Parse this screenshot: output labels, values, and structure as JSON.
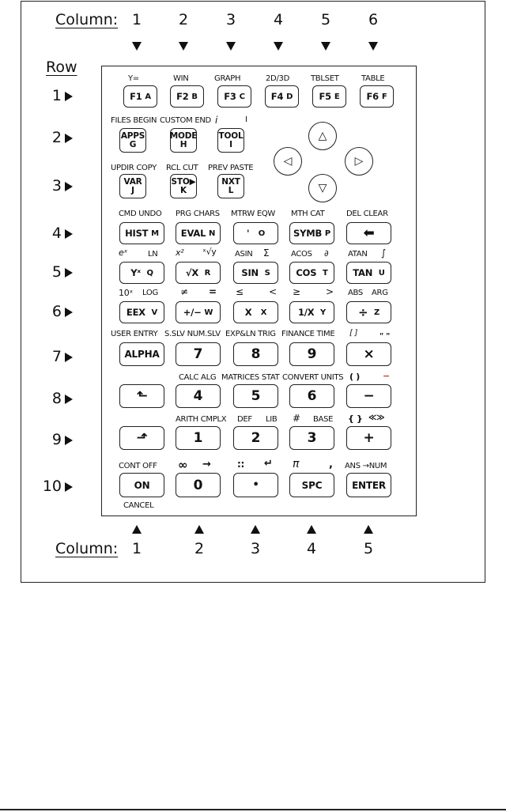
{
  "column_caption": "Column:",
  "row_caption": "Row",
  "top_columns": [
    "1",
    "2",
    "3",
    "4",
    "5",
    "6"
  ],
  "bottom_columns": [
    "1",
    "2",
    "3",
    "4",
    "5"
  ],
  "rows": [
    "1",
    "2",
    "3",
    "4",
    "5",
    "6",
    "7",
    "8",
    "9",
    "10"
  ],
  "row1": {
    "labels": [
      "Y=",
      "WIN",
      "GRAPH",
      "2D/3D",
      "TBLSET",
      "TABLE"
    ],
    "keys": [
      {
        "main": "F1",
        "alpha": "A"
      },
      {
        "main": "F2",
        "alpha": "B"
      },
      {
        "main": "F3",
        "alpha": "C"
      },
      {
        "main": "F4",
        "alpha": "D"
      },
      {
        "main": "F5",
        "alpha": "E"
      },
      {
        "main": "F6",
        "alpha": "F"
      }
    ]
  },
  "row2": {
    "labels": [
      "FILES BEGIN",
      "CUSTOM END",
      "i",
      "I"
    ],
    "keys": [
      {
        "main": "APPS",
        "alpha": "G"
      },
      {
        "main": "MODE",
        "alpha": "H"
      },
      {
        "main": "TOOL",
        "alpha": "I"
      }
    ]
  },
  "row3": {
    "labels": [
      "UPDIR COPY",
      "RCL CUT",
      "PREV PASTE"
    ],
    "keys": [
      {
        "main": "VAR",
        "alpha": "J"
      },
      {
        "main": "STO▶",
        "alpha": "K"
      },
      {
        "main": "NXT",
        "alpha": "L"
      }
    ]
  },
  "dpad": {
    "up": "△",
    "left": "◁",
    "right": "▷",
    "down": "▽"
  },
  "row4": {
    "labels": [
      "CMD UNDO",
      "PRG CHARS",
      "MTRW EQW",
      "MTH CAT",
      "DEL CLEAR"
    ],
    "keys": [
      {
        "main": "HIST",
        "alpha": "M"
      },
      {
        "main": "EVAL",
        "alpha": "N"
      },
      {
        "main": "'",
        "alpha": "O"
      },
      {
        "main": "SYMB",
        "alpha": "P"
      },
      {
        "main": "⬅",
        "alpha": ""
      }
    ]
  },
  "row5": {
    "labels": [
      "eˣ",
      "LN",
      "x²",
      "ˣ√y",
      "ASIN",
      "Σ",
      "ACOS",
      "∂",
      "ATAN",
      "∫"
    ],
    "keys": [
      {
        "main": "Yˣ",
        "alpha": "Q"
      },
      {
        "main": "√X",
        "alpha": "R"
      },
      {
        "main": "SIN",
        "alpha": "S"
      },
      {
        "main": "COS",
        "alpha": "T"
      },
      {
        "main": "TAN",
        "alpha": "U"
      }
    ]
  },
  "row6": {
    "labels": [
      "10ˣ",
      "LOG",
      "≠",
      "=",
      "≤",
      "<",
      "≥",
      ">",
      "ABS",
      "ARG"
    ],
    "keys": [
      {
        "main": "EEX",
        "alpha": "V"
      },
      {
        "main": "+/−",
        "alpha": "W"
      },
      {
        "main": "X",
        "alpha": "X"
      },
      {
        "main": "1/X",
        "alpha": "Y"
      },
      {
        "main": "÷",
        "alpha": "Z"
      }
    ]
  },
  "row7": {
    "labels": [
      "USER ENTRY",
      "S.SLV NUM.SLV",
      "EXP&LN TRIG",
      "FINANCE TIME",
      "[ ]",
      "\" \""
    ],
    "keys": [
      "ALPHA",
      "7",
      "8",
      "9",
      "×"
    ]
  },
  "row8": {
    "labels": [
      "CALC ALG",
      "MATRICES STAT",
      "CONVERT UNITS",
      "( )",
      "−"
    ],
    "keys": [
      "⬑",
      "4",
      "5",
      "6",
      "−"
    ]
  },
  "row9": {
    "labels": [
      "ARITH CMPLX",
      "DEF",
      "LIB",
      "#",
      "BASE",
      "{ }",
      "≪≫"
    ],
    "keys": [
      "⬏",
      "1",
      "2",
      "3",
      "+"
    ]
  },
  "row10": {
    "labels": [
      "CONT OFF",
      "∞",
      "→",
      "::",
      "↵",
      "π",
      ",",
      "ANS →NUM"
    ],
    "bottom_label": "CANCEL",
    "keys": [
      "ON",
      "0",
      "•",
      "SPC",
      "ENTER"
    ]
  }
}
